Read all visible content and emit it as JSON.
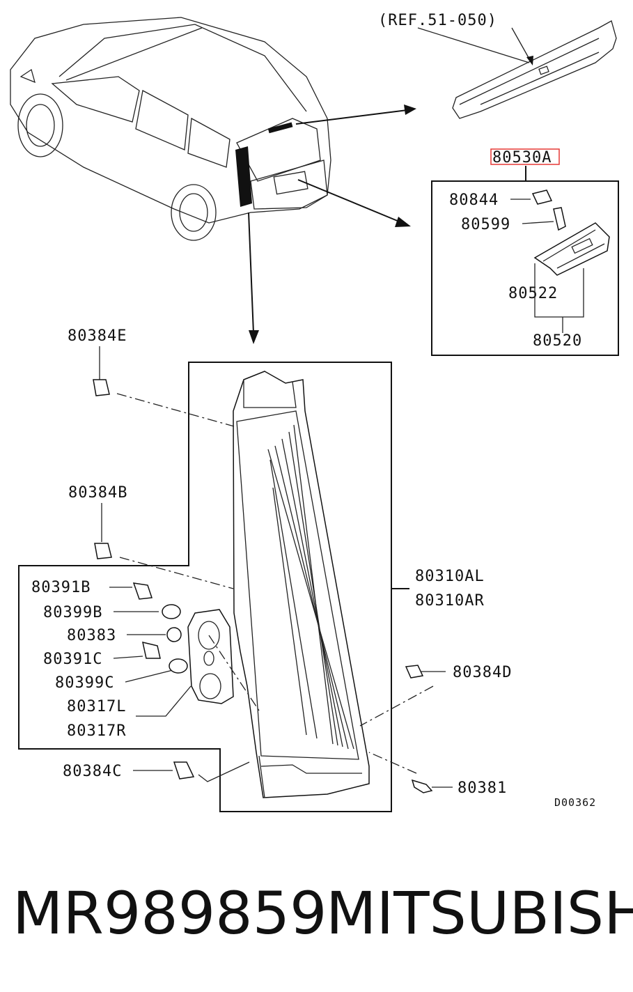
{
  "diagram": {
    "ref_label": "(REF.51-050)",
    "diagram_code": "D00362",
    "highlight_color": "#e53935",
    "highlighted_part": "80530A",
    "inset_parts": {
      "p80844": "80844",
      "p80599": "80599",
      "p80522": "80522",
      "p80520": "80520"
    },
    "lamp_parts": {
      "p80384E": "80384E",
      "p80384B": "80384B",
      "p80391B": "80391B",
      "p80399B": "80399B",
      "p80383": "80383",
      "p80391C": "80391C",
      "p80399C": "80399C",
      "p80317L": "80317L",
      "p80317R": "80317R",
      "p80384C": "80384C",
      "p80310AL": "80310AL",
      "p80310AR": "80310AR",
      "p80384D": "80384D",
      "p80381": "80381"
    }
  },
  "footer": {
    "part_number": "MR989859",
    "brand": "MITSUBISHI"
  }
}
